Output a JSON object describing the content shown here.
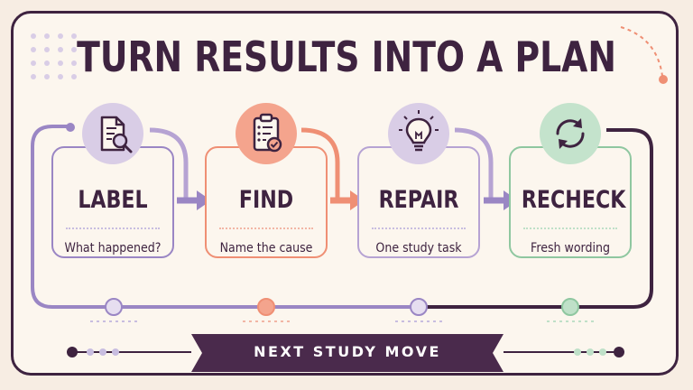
{
  "title": "TURN RESULTS INTO A PLAN",
  "steps": [
    {
      "label": "LABEL",
      "caption": "What happened?",
      "icon": "document-magnifier-icon"
    },
    {
      "label": "FIND",
      "caption": "Name the cause",
      "icon": "clipboard-check-icon"
    },
    {
      "label": "REPAIR",
      "caption": "One study task",
      "icon": "lightbulb-icon"
    },
    {
      "label": "RECHECK",
      "caption": "Fresh wording",
      "icon": "refresh-arrows-icon"
    }
  ],
  "banner": "NEXT STUDY MOVE",
  "colors": {
    "dark": "#3e2340",
    "lavender": "#9a86c4",
    "salmon": "#ef8f74",
    "lilac": "#b6a3d3",
    "mint": "#8fc7a0",
    "background": "#fcf6ee"
  }
}
